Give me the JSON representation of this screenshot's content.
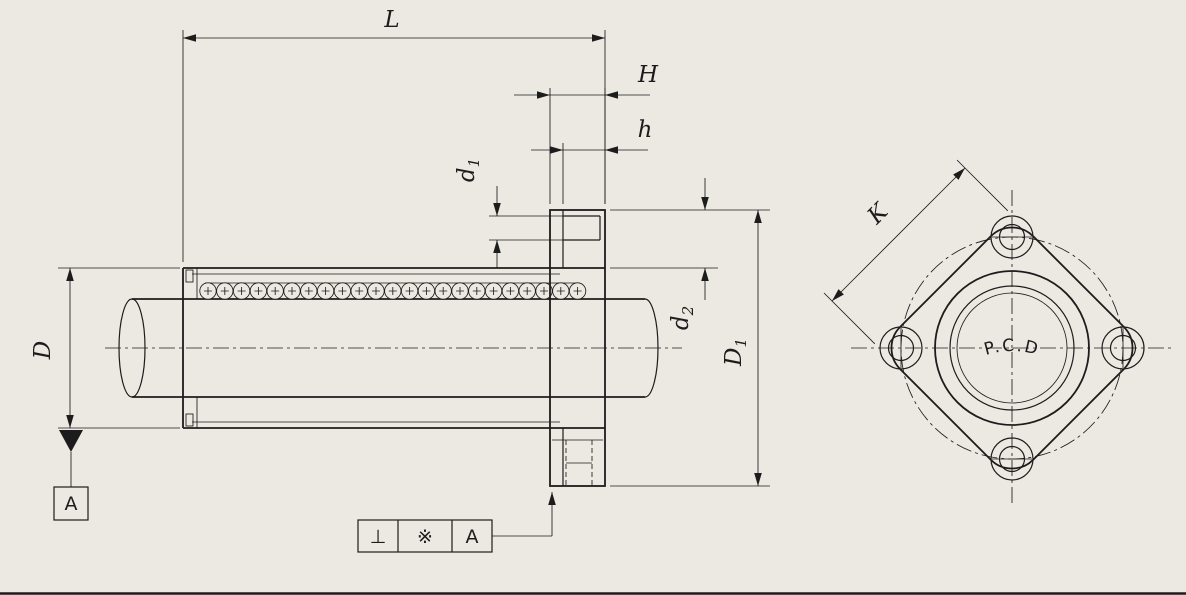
{
  "background": "#ece9e2",
  "line_color": "#1c1c1c",
  "section_view": {
    "dim_length": "L",
    "dim_flange_width": "H",
    "dim_flange_plate": "h",
    "dim_d1": {
      "base": "d",
      "sub": "1"
    },
    "dim_d2": {
      "base": "d",
      "sub": "2"
    },
    "dim_D1": {
      "base": "D",
      "sub": "1"
    },
    "dim_outer_dia": "D",
    "datum_label": "A",
    "tolerance_frame": {
      "symbol": "⊥",
      "modifier": "※",
      "datum": "A"
    }
  },
  "front_view": {
    "dim_square_side": "K",
    "pcd_label": "P.C.D"
  }
}
